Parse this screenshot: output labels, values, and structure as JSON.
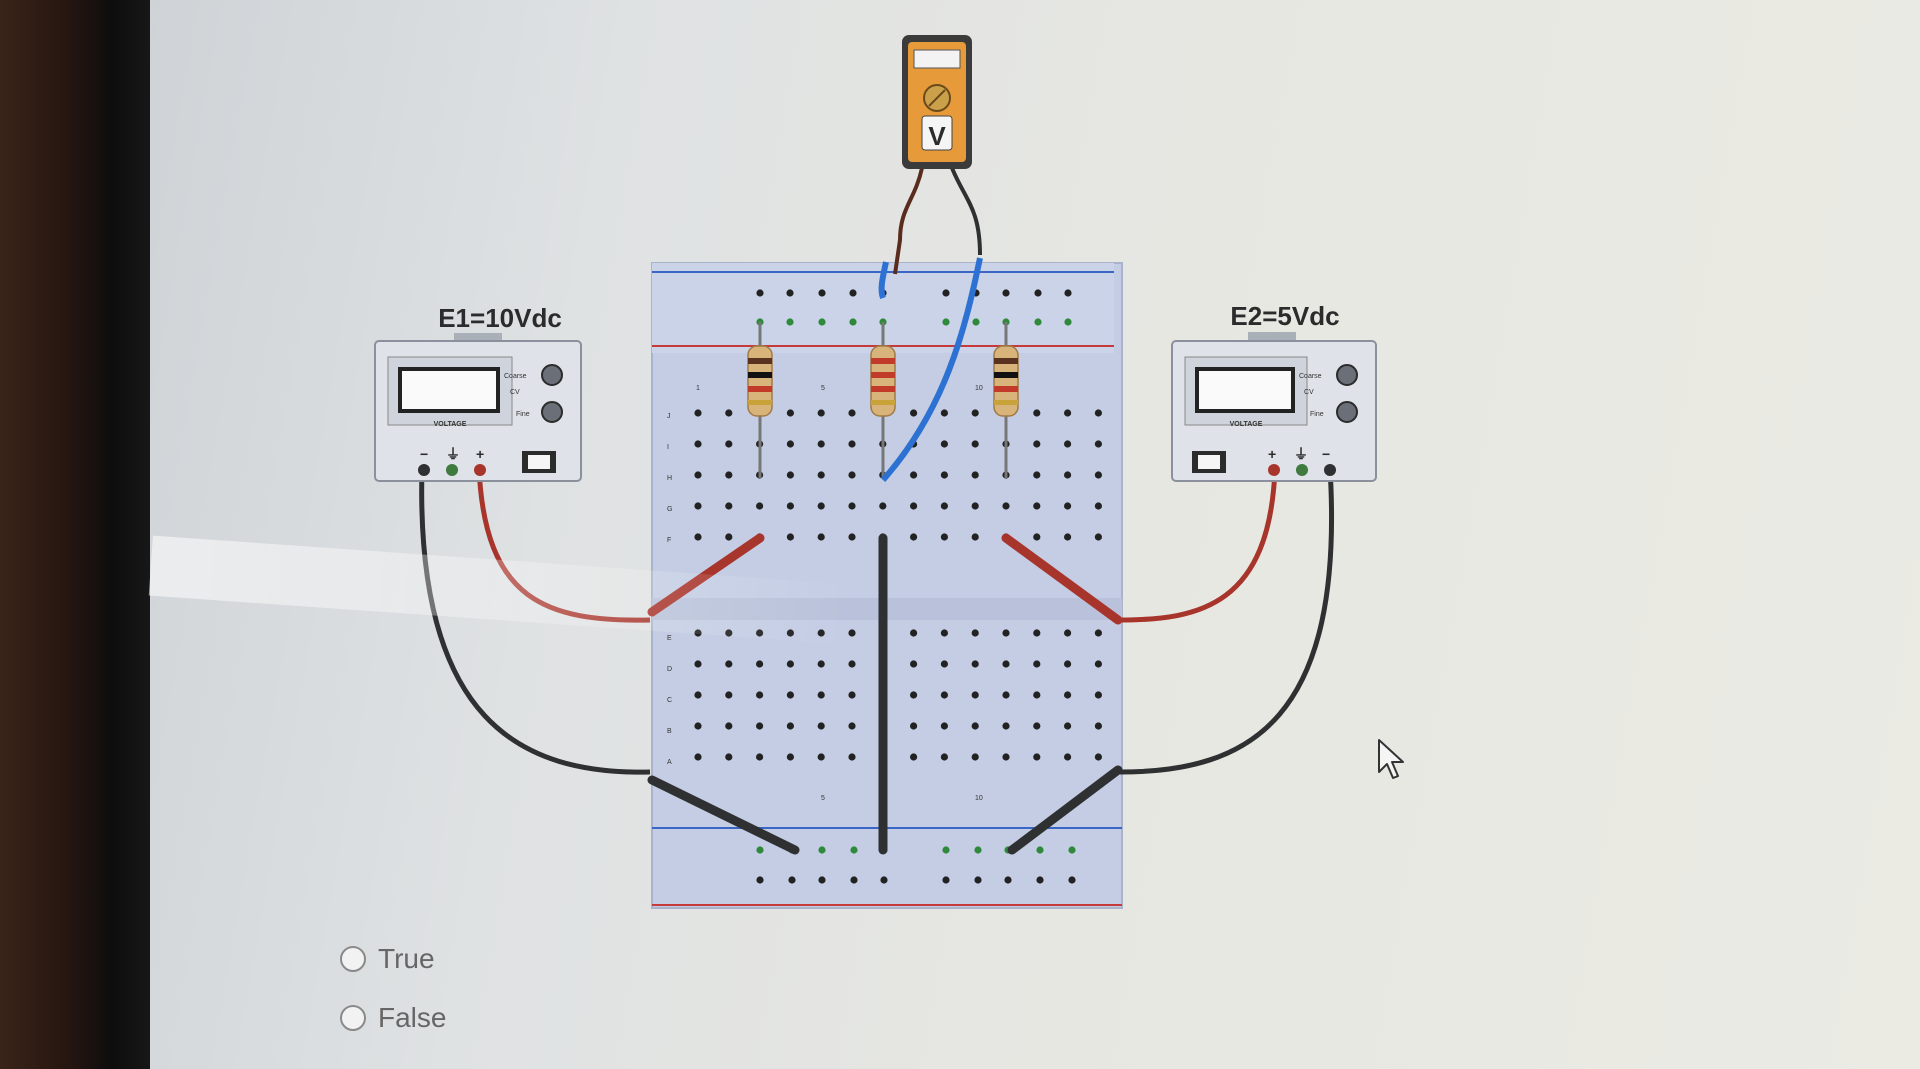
{
  "supplies": {
    "e1": {
      "title": "E1=10Vdc",
      "panel_label": "VOLTAGE",
      "knob_coarse": "Coarse",
      "knob_cv": "CV",
      "knob_fine": "Fine",
      "term_minus": "−",
      "term_gnd": "⏚",
      "term_plus": "+"
    },
    "e2": {
      "title": "E2=5Vdc",
      "panel_label": "VOLTAGE",
      "knob_coarse": "Coarse",
      "knob_cv": "CV",
      "knob_fine": "Fine",
      "term_minus": "−",
      "term_gnd": "⏚",
      "term_plus": "+"
    }
  },
  "meter": {
    "symbol": "V"
  },
  "breadboard": {
    "row_letters_top": [
      "J",
      "I",
      "H",
      "G",
      "F"
    ],
    "row_letters_bottom": [
      "E",
      "D",
      "C",
      "B",
      "A"
    ],
    "col_numbers_top": [
      "1",
      "5",
      "10"
    ],
    "col_numbers_bottom": [
      "5",
      "10"
    ]
  },
  "answers": [
    {
      "label": "True",
      "selected": false
    },
    {
      "label": "False",
      "selected": false
    }
  ],
  "colors": {
    "wire_red": "#a8352c",
    "wire_black": "#2f3032",
    "wire_blue": "#2d72d2",
    "breadboard": "#c4cde4"
  }
}
